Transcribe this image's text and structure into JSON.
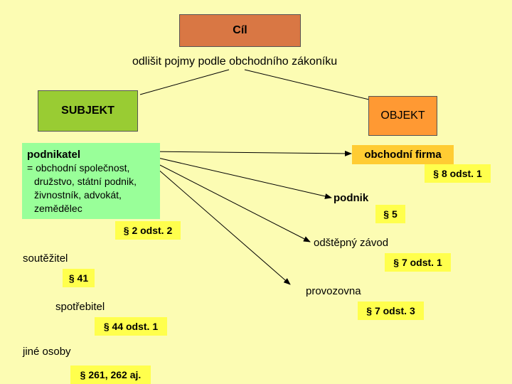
{
  "cil": {
    "label": "Cíl"
  },
  "goal_text": "odlišit pojmy podle obchodního zákoníku",
  "subjekt": {
    "label": "SUBJEKT"
  },
  "objekt": {
    "label": "OBJEKT"
  },
  "podnikatel": {
    "title": "podnikatel",
    "lines": [
      "= obchodní společnost,",
      "družstvo, státní podnik,",
      "živnostník, advokát,",
      "zemědělec"
    ],
    "ref": "§ 2 odst. 2"
  },
  "objects": [
    {
      "label": "obchodní firma",
      "ref": "§ 8 odst. 1"
    },
    {
      "label": "podnik",
      "ref": "§ 5"
    },
    {
      "label": "odštěpný závod",
      "ref": "§ 7 odst. 1"
    },
    {
      "label": "provozovna",
      "ref": "§ 7 odst. 3"
    }
  ],
  "subjects_other": [
    {
      "label": "soutěžitel",
      "ref": "§ 41"
    },
    {
      "label": "spotřebitel",
      "ref": "§ 44 odst. 1"
    },
    {
      "label": "jiné osoby",
      "ref": "§ 261, 262 aj."
    }
  ],
  "colors": {
    "background": "#fcfcb3",
    "cil_fill": "#d97744",
    "subjekt_fill": "#99cc33",
    "objekt_fill": "#ff9933",
    "podnikatel_fill": "#99ff99",
    "firma_fill": "#ffcc33",
    "para_fill": "#ffff4d"
  }
}
